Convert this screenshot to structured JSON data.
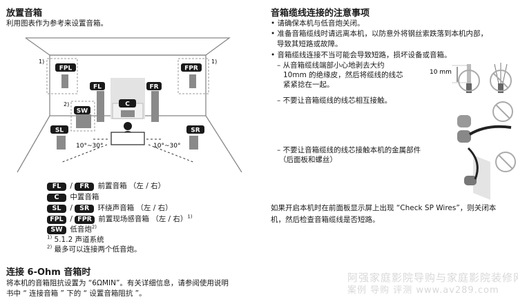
{
  "left": {
    "title": "放置音箱",
    "subtitle": "利用图表作为参考来设置音箱。",
    "diagram": {
      "labels": {
        "FPL": "FPL",
        "FPR": "FPR",
        "FL": "FL",
        "FR": "FR",
        "C": "C",
        "SW": "SW",
        "SL": "SL",
        "SR": "SR"
      },
      "note1": "1)",
      "note2": "2)",
      "angle": "10°~30°"
    },
    "legend": [
      {
        "a": "FL",
        "sep": "/",
        "b": "FR",
        "text": "前置音箱 （左 / 右）",
        "sup": ""
      },
      {
        "a": "C",
        "sep": "",
        "b": "",
        "text": "中置音箱",
        "sup": ""
      },
      {
        "a": "SL",
        "sep": "/",
        "b": "SR",
        "text": "环绕声音箱 （左 / 右）",
        "sup": ""
      },
      {
        "a": "FPL",
        "sep": "/",
        "b": "FPR",
        "text": "前置现场感音箱 （左 / 右）",
        "sup": "1)"
      },
      {
        "a": "SW",
        "sep": "",
        "b": "",
        "text": "低音炮",
        "sup": "2)"
      }
    ],
    "footnotes": [
      {
        "mark": "1)",
        "text": "5.1.2 声道系统"
      },
      {
        "mark": "2)",
        "text": "最多可以连接两个低音炮。"
      }
    ],
    "section2_title": "连接 6-Ohm 音箱时",
    "section2_lines": [
      "将本机的音箱阻抗设置为 “6ΩMIN”。有关详细信息，请参阅使用说明",
      "书中 “ 连接音箱 ” 下的 “ 设置音箱阻抗 ”。"
    ]
  },
  "right": {
    "title": "音箱缆线连接的注意事项",
    "bullets": [
      [
        "请确保本机与低音炮关闭。"
      ],
      [
        "准备音箱缆线时请远离本机，以防意外将钢丝索跌落到本机内部，",
        "导致其短路或故障。"
      ],
      [
        "音箱缆线连接不当可能会导致短路，损坏设备或音箱。"
      ]
    ],
    "dashes": [
      [
        "– 从音箱缆线端部小心地剥去大约",
        "10mm 的绝缘皮，然后将缆线的线芯",
        "紧紧捻在一起。"
      ],
      [
        "– 不要让音箱缆线的线芯相互接触。"
      ],
      [
        "– 不要让音箱缆线的线芯接触本机的金属部件",
        "（后面板和螺丝）"
      ]
    ],
    "dim_label": "10 mm",
    "note_lines": [
      "如果开启本机时在前面板显示屏上出现 “Check SP Wires”，则关闭本",
      "机，然后检查音箱缆线是否短路。"
    ]
  },
  "watermark": [
    "阿强家庭影院导购与家庭影院装修网",
    "案例  导购  评测  www.av289.com"
  ]
}
